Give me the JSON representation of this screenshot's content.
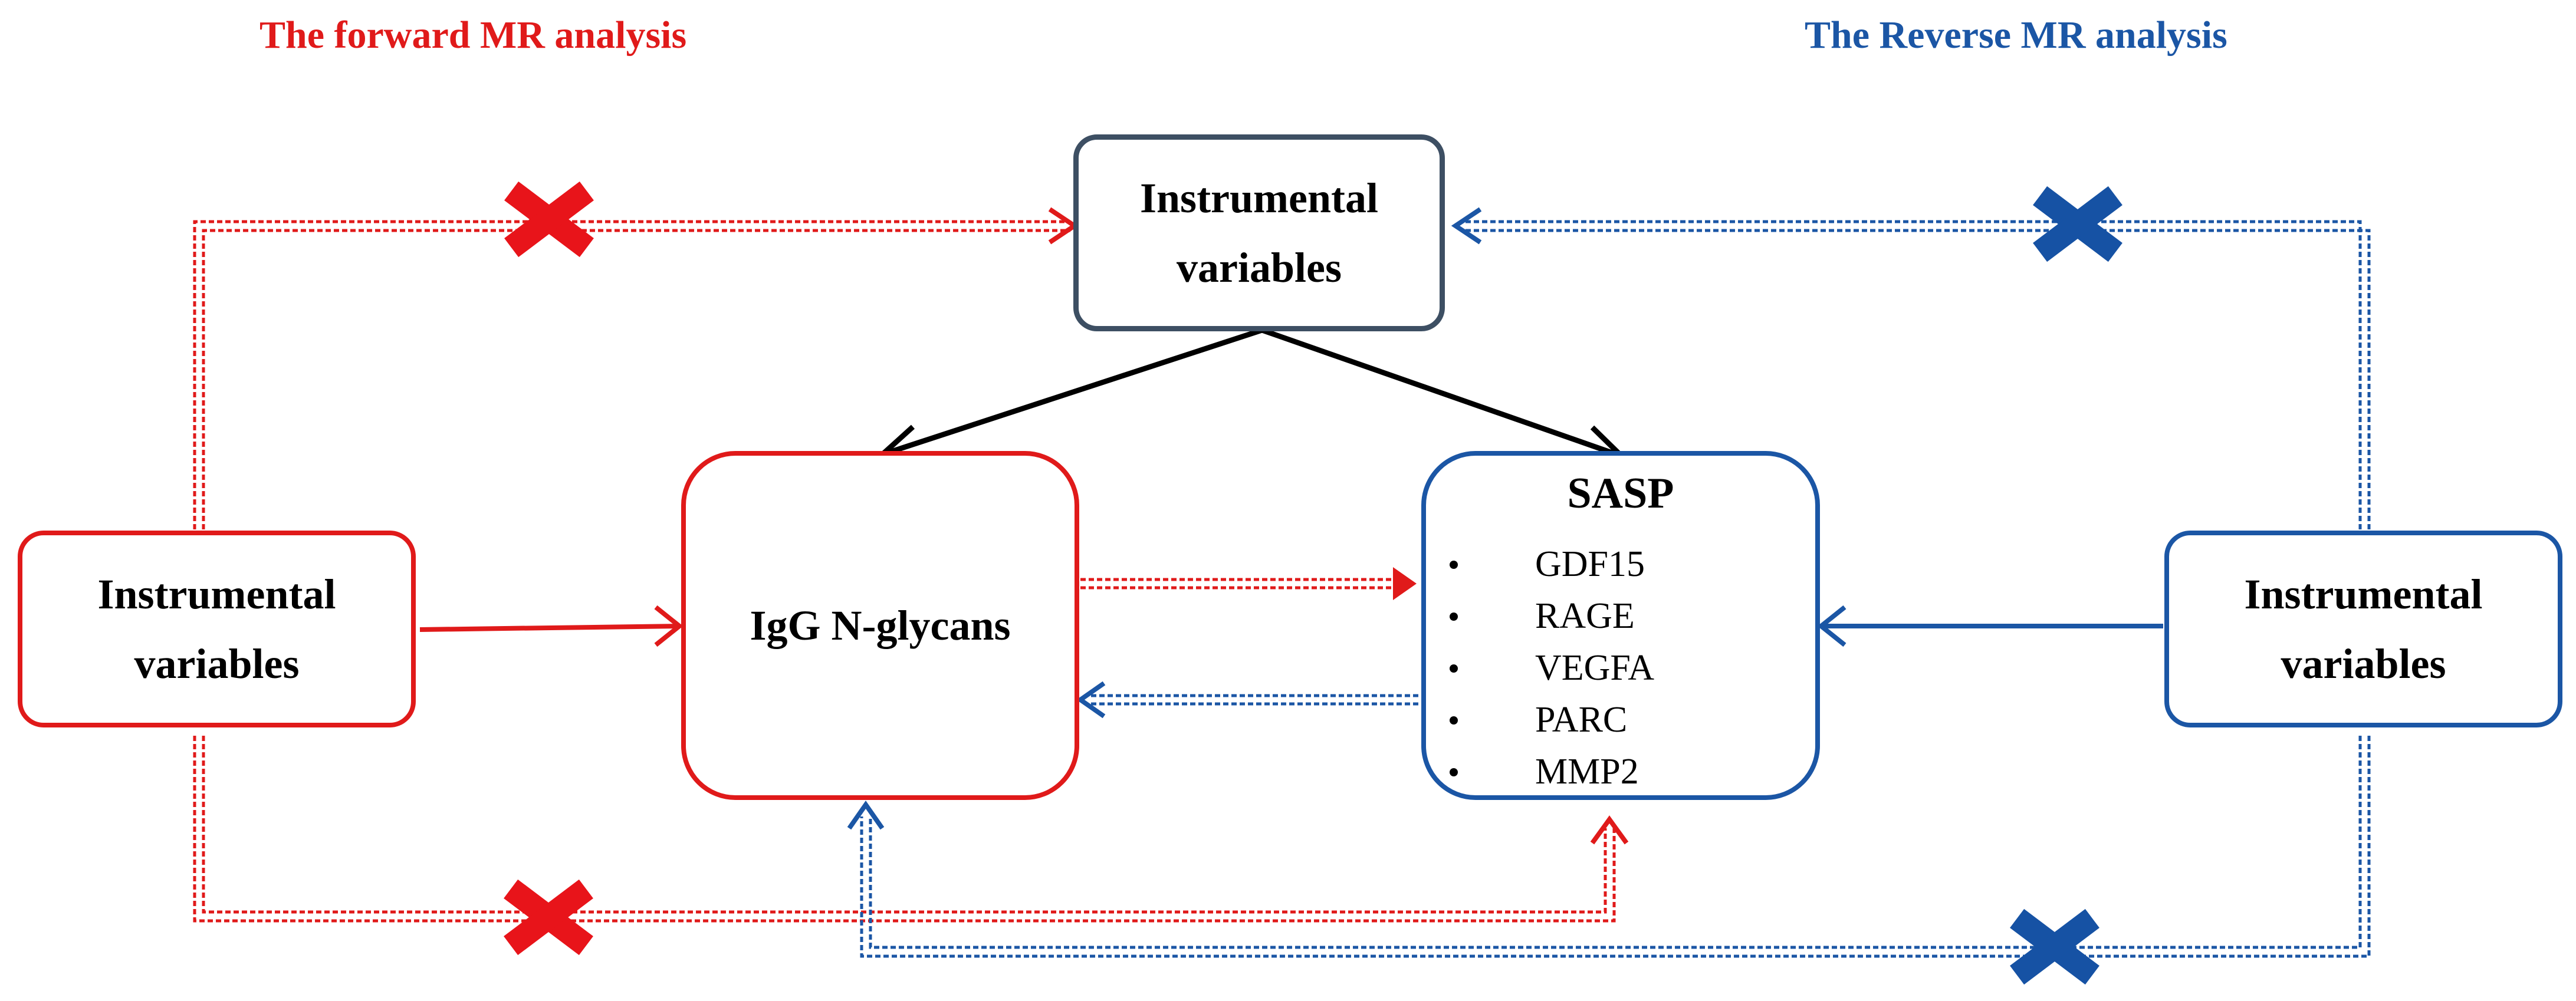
{
  "headers": {
    "forward": "The forward MR analysis",
    "reverse": "The Reverse MR analysis"
  },
  "nodes": {
    "top_iv": {
      "label_line1": "Instrumental",
      "label_line2": "variables"
    },
    "left_iv": {
      "label_line1": "Instrumental",
      "label_line2": "variables"
    },
    "right_iv": {
      "label_line1": "Instrumental",
      "label_line2": "variables"
    },
    "igg": {
      "label": "IgG N-glycans"
    },
    "sasp": {
      "title": "SASP",
      "items": [
        "GDF15",
        "RAGE",
        "VEGFA",
        "PARC",
        "MMP2"
      ]
    }
  },
  "colors": {
    "forward": "#e01a1a",
    "reverse": "#1b56a5",
    "neutral_box": "#3d4f63",
    "arrow_black": "#000000",
    "cross_red": "#e8141a",
    "cross_blue": "#1652a4"
  },
  "icons": {
    "cross_symbol": "x-mark-icon",
    "arrow_head": "open-arrowhead-icon"
  }
}
